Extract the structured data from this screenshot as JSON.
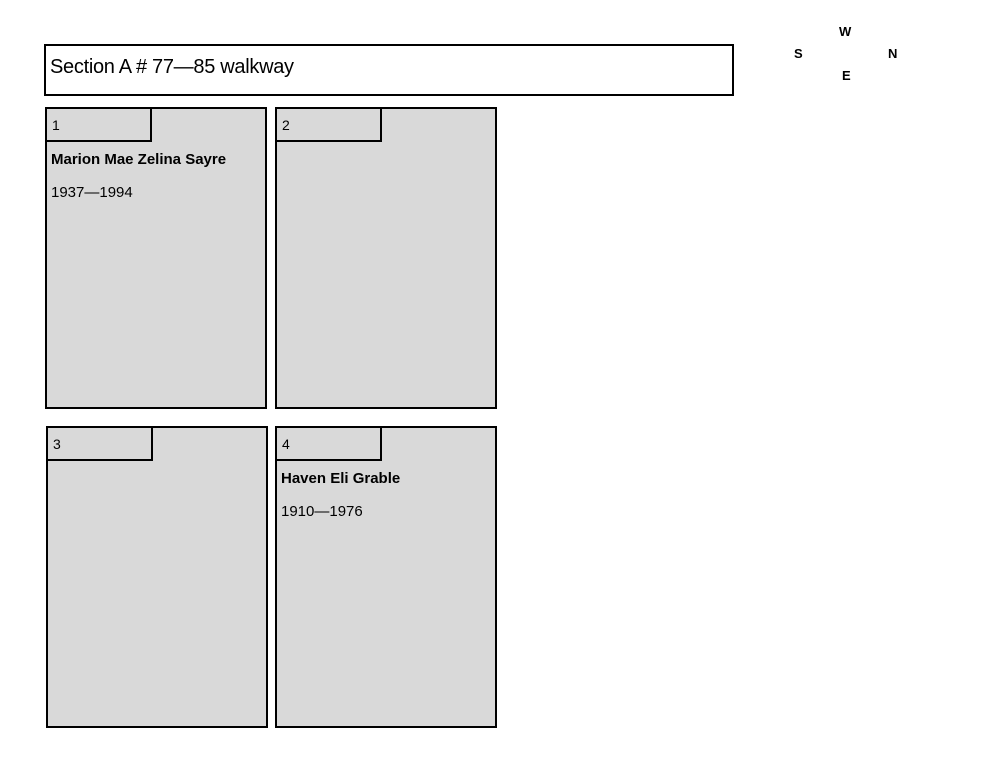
{
  "header": {
    "title": "Section A # 77—85 walkway"
  },
  "compass": {
    "west": "W",
    "south": "S",
    "north": "N",
    "east": "E"
  },
  "plots": [
    {
      "number": "1",
      "name": "Marion Mae Zelina Sayre",
      "dates": "1937—1994"
    },
    {
      "number": "2",
      "name": "",
      "dates": ""
    },
    {
      "number": "3",
      "name": "",
      "dates": ""
    },
    {
      "number": "4",
      "name": "Haven Eli Grable",
      "dates": "1910—1976"
    }
  ],
  "colors": {
    "plot_fill": "#d9d9d9",
    "border": "#000000",
    "background": "#ffffff"
  }
}
